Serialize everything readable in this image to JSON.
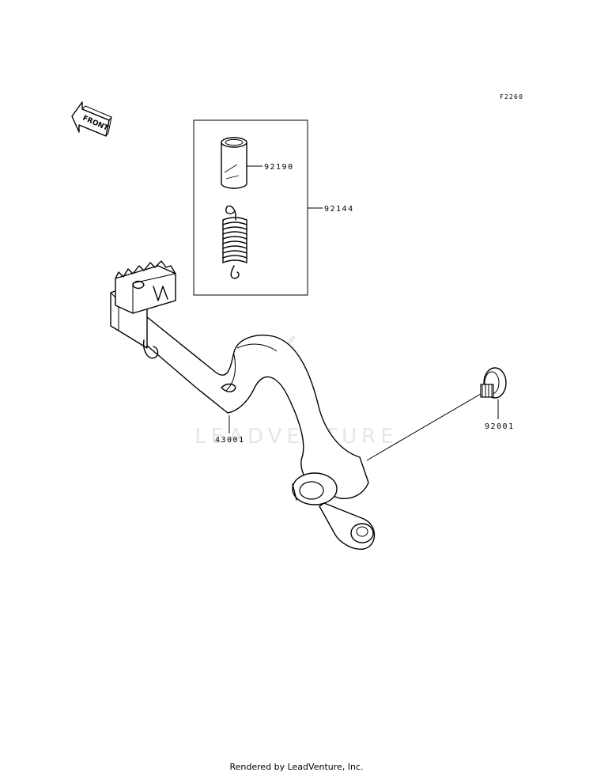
{
  "figure_code": "F2260",
  "front_arrow": {
    "label": "FRONT",
    "icon": "front-direction-arrow-icon"
  },
  "watermark": {
    "text": "LEADVENTURE"
  },
  "parts": {
    "bushing": {
      "number": "92190",
      "icon": "collar-bushing-icon"
    },
    "kit": {
      "number": "92144",
      "icon": "spring-icon"
    },
    "pedal": {
      "number": "43001",
      "icon": "brake-pedal-icon"
    },
    "bolt": {
      "number": "92001",
      "icon": "flange-bolt-icon"
    }
  },
  "footer": {
    "text": "Rendered by LeadVenture, Inc."
  }
}
